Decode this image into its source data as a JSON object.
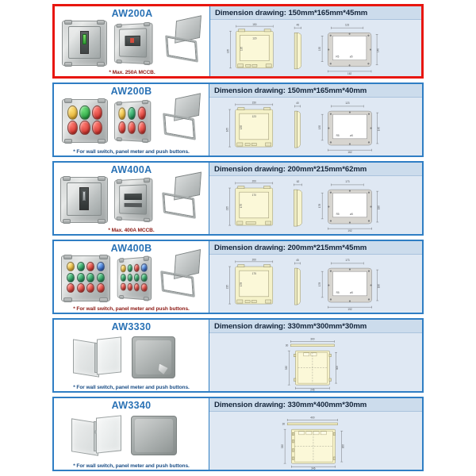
{
  "page": {
    "title": "Waterproof enclosure product catalog sheet",
    "colors": {
      "highlight_border": "#e8160f",
      "row_border": "#2f7ec4",
      "model_text": "#2a72b5",
      "dim_panel_bg": "#dfe8f3",
      "dim_header_bg": "#ccdcec",
      "note_red": "#8d1a15",
      "note_blue": "#1c4f87"
    }
  },
  "rows": [
    {
      "model": "AW200A",
      "highlighted": true,
      "note": "* Max. 250A MCCB.",
      "note_color": "red",
      "dimension_label": "Dimension drawing: 150mm*165mm*45mm",
      "dimensions": {
        "width_mm": 150,
        "height_mm": 165,
        "depth_mm": 45
      },
      "drawing": {
        "front_width": "150",
        "front_height": "165",
        "inner_width": "120",
        "inner_height": "135",
        "side_depth": "45",
        "back_width": "123",
        "back_height": "135",
        "back_right_height": "140",
        "back_bottom_width": "162",
        "hole_a": "R5",
        "hole_b": "ø5"
      },
      "photos": [
        "mccb-front-open",
        "mccb-angled-closed",
        "lid-and-frame"
      ]
    },
    {
      "model": "AW200B",
      "highlighted": false,
      "note": "* For wall switch, panel meter and push buttons.",
      "note_color": "blue",
      "dimension_label": "Dimension drawing: 150mm*165mm*40mm",
      "dimensions": {
        "width_mm": 150,
        "height_mm": 165,
        "depth_mm": 40
      },
      "drawing": {
        "front_width": "150",
        "front_height": "165",
        "inner_width": "123",
        "inner_height": "135",
        "side_depth": "40",
        "back_width": "123",
        "back_height": "135",
        "back_right_height": "140",
        "back_bottom_width": "162",
        "hole_a": "R5",
        "hole_b": "ø5"
      },
      "photos": [
        "pushbutton-front-6",
        "pushbutton-angled-6",
        "lid-and-frame"
      ]
    },
    {
      "model": "AW400A",
      "highlighted": false,
      "note": "* Max. 400A MCCB.",
      "note_color": "red",
      "dimension_label": "Dimension drawing: 200mm*215mm*62mm",
      "dimensions": {
        "width_mm": 200,
        "height_mm": 215,
        "depth_mm": 62
      },
      "drawing": {
        "front_width": "200",
        "front_height": "215",
        "inner_width": "170",
        "inner_height": "175",
        "side_depth": "62",
        "back_width": "173",
        "back_height": "178",
        "back_right_height": "180",
        "back_bottom_width": "192",
        "hole_a": "R5",
        "hole_b": "ø5"
      },
      "photos": [
        "mccb-front-open",
        "mccb-angled-closed",
        "lid-and-frame"
      ]
    },
    {
      "model": "AW400B",
      "highlighted": false,
      "note": "* For wall switch, panel meter and push buttons.",
      "note_color": "red",
      "dimension_label": "Dimension drawing: 200mm*215mm*45mm",
      "dimensions": {
        "width_mm": 200,
        "height_mm": 215,
        "depth_mm": 45
      },
      "drawing": {
        "front_width": "200",
        "front_height": "215",
        "inner_width": "175",
        "inner_height": "178",
        "side_depth": "45",
        "back_width": "173",
        "back_height": "178",
        "back_right_height": "180",
        "back_bottom_width": "192",
        "hole_a": "R5",
        "hole_b": "ø5"
      },
      "photos": [
        "pushbutton-front-12",
        "pushbutton-angled-12",
        "lid-and-frame"
      ]
    },
    {
      "model": "AW3330",
      "highlighted": false,
      "note": "* For wall switch, panel meter and push buttons.",
      "note_color": "blue",
      "dimension_label": "Dimension drawing: 330mm*300mm*30mm",
      "dimensions": {
        "width_mm": 330,
        "height_mm": 300,
        "depth_mm": 30
      },
      "drawing": {
        "top_width": "300",
        "top_depth": "30",
        "front_height": "330",
        "front_right_height": "300",
        "front_bottom_width": "246"
      },
      "photos": [
        "cabinet-open-door",
        "cabinet-closed"
      ]
    },
    {
      "model": "AW3340",
      "highlighted": false,
      "note": "* For wall switch, panel meter and push buttons.",
      "note_color": "blue",
      "dimension_label": "Dimension drawing: 330mm*400mm*30mm",
      "dimensions": {
        "width_mm": 330,
        "height_mm": 400,
        "depth_mm": 30
      },
      "drawing": {
        "top_width": "400",
        "top_depth": "30",
        "front_height": "330",
        "front_right_height": "300",
        "front_bottom_width": "346"
      },
      "photos": [
        "cabinet-open-door",
        "cabinet-closed"
      ]
    }
  ]
}
